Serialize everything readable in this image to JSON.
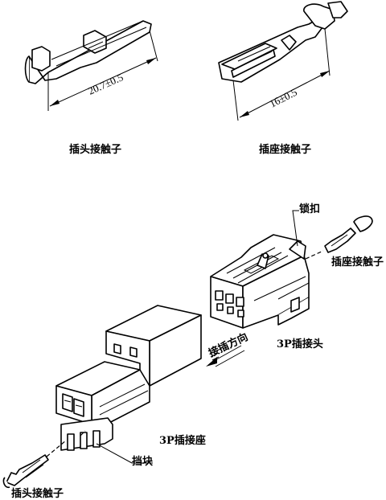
{
  "top_left": {
    "dimension": "20.7±0.5",
    "caption": "插头接触子"
  },
  "top_right": {
    "dimension": "16±0.5",
    "caption": "插座接触子"
  },
  "assembly": {
    "lock_label": "锁扣",
    "socket_contact_label": "插座接触子",
    "direction_label": "接插方向",
    "plug_3p_label": "3P插接头",
    "socket_3p_label": "3P插接座",
    "stopper_label": "挡块",
    "plug_contact_label": "插头接触子"
  }
}
